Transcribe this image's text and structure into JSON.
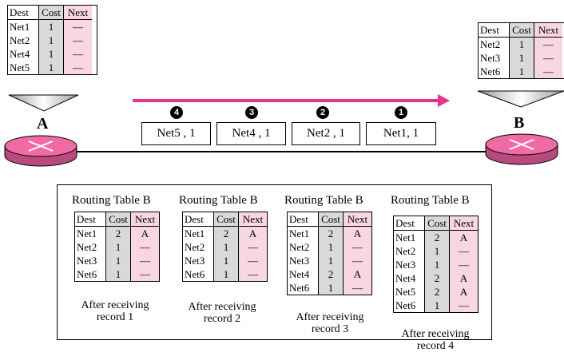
{
  "table_headers": {
    "dest": "Dest",
    "cost": "Cost",
    "next": "Next"
  },
  "router_a": {
    "label": "A",
    "table": [
      {
        "dest": "Net1",
        "cost": "1",
        "next": "—"
      },
      {
        "dest": "Net2",
        "cost": "1",
        "next": "—"
      },
      {
        "dest": "Net4",
        "cost": "1",
        "next": "—"
      },
      {
        "dest": "Net5",
        "cost": "1",
        "next": "—"
      }
    ]
  },
  "router_b": {
    "label": "B",
    "table": [
      {
        "dest": "Net2",
        "cost": "1",
        "next": "—"
      },
      {
        "dest": "Net3",
        "cost": "1",
        "next": "—"
      },
      {
        "dest": "Net6",
        "cost": "1",
        "next": "—"
      }
    ]
  },
  "records": [
    {
      "badge": "4",
      "text": "Net5 ,  1"
    },
    {
      "badge": "3",
      "text": "Net4 ,  1"
    },
    {
      "badge": "2",
      "text": "Net2 ,  1"
    },
    {
      "badge": "1",
      "text": "Net1,  1"
    }
  ],
  "updates": [
    {
      "title": "Routing Table B",
      "caption_line1": "After receiving",
      "caption_line2": "record 1",
      "rows": [
        {
          "dest": "Net1",
          "cost": "2",
          "next": "A"
        },
        {
          "dest": "Net2",
          "cost": "1",
          "next": "—"
        },
        {
          "dest": "Net3",
          "cost": "1",
          "next": "—"
        },
        {
          "dest": "Net6",
          "cost": "1",
          "next": "—"
        }
      ]
    },
    {
      "title": "Routing Table B",
      "caption_line1": "After receiving",
      "caption_line2": "record 2",
      "rows": [
        {
          "dest": "Net1",
          "cost": "2",
          "next": "A"
        },
        {
          "dest": "Net2",
          "cost": "1",
          "next": "—"
        },
        {
          "dest": "Net3",
          "cost": "1",
          "next": "—"
        },
        {
          "dest": "Net6",
          "cost": "1",
          "next": "—"
        }
      ]
    },
    {
      "title": "Routing Table B",
      "caption_line1": "After receiving",
      "caption_line2": "record 3",
      "rows": [
        {
          "dest": "Net1",
          "cost": "2",
          "next": "A"
        },
        {
          "dest": "Net2",
          "cost": "1",
          "next": "—"
        },
        {
          "dest": "Net3",
          "cost": "1",
          "next": "—"
        },
        {
          "dest": "Net4",
          "cost": "2",
          "next": "A"
        },
        {
          "dest": "Net6",
          "cost": "1",
          "next": "—"
        }
      ]
    },
    {
      "title": "Routing Table B",
      "caption_line1": "After receiving",
      "caption_line2": "record 4",
      "rows": [
        {
          "dest": "Net1",
          "cost": "2",
          "next": "A"
        },
        {
          "dest": "Net2",
          "cost": "1",
          "next": "—"
        },
        {
          "dest": "Net3",
          "cost": "1",
          "next": "—"
        },
        {
          "dest": "Net4",
          "cost": "2",
          "next": "A"
        },
        {
          "dest": "Net5",
          "cost": "2",
          "next": "A"
        },
        {
          "dest": "Net6",
          "cost": "1",
          "next": "—"
        }
      ]
    }
  ],
  "colors": {
    "next_column": "#f8d6e4",
    "cost_column": "#d9d9d9",
    "arrow": "#e8338a",
    "router": "#f06aa6"
  }
}
